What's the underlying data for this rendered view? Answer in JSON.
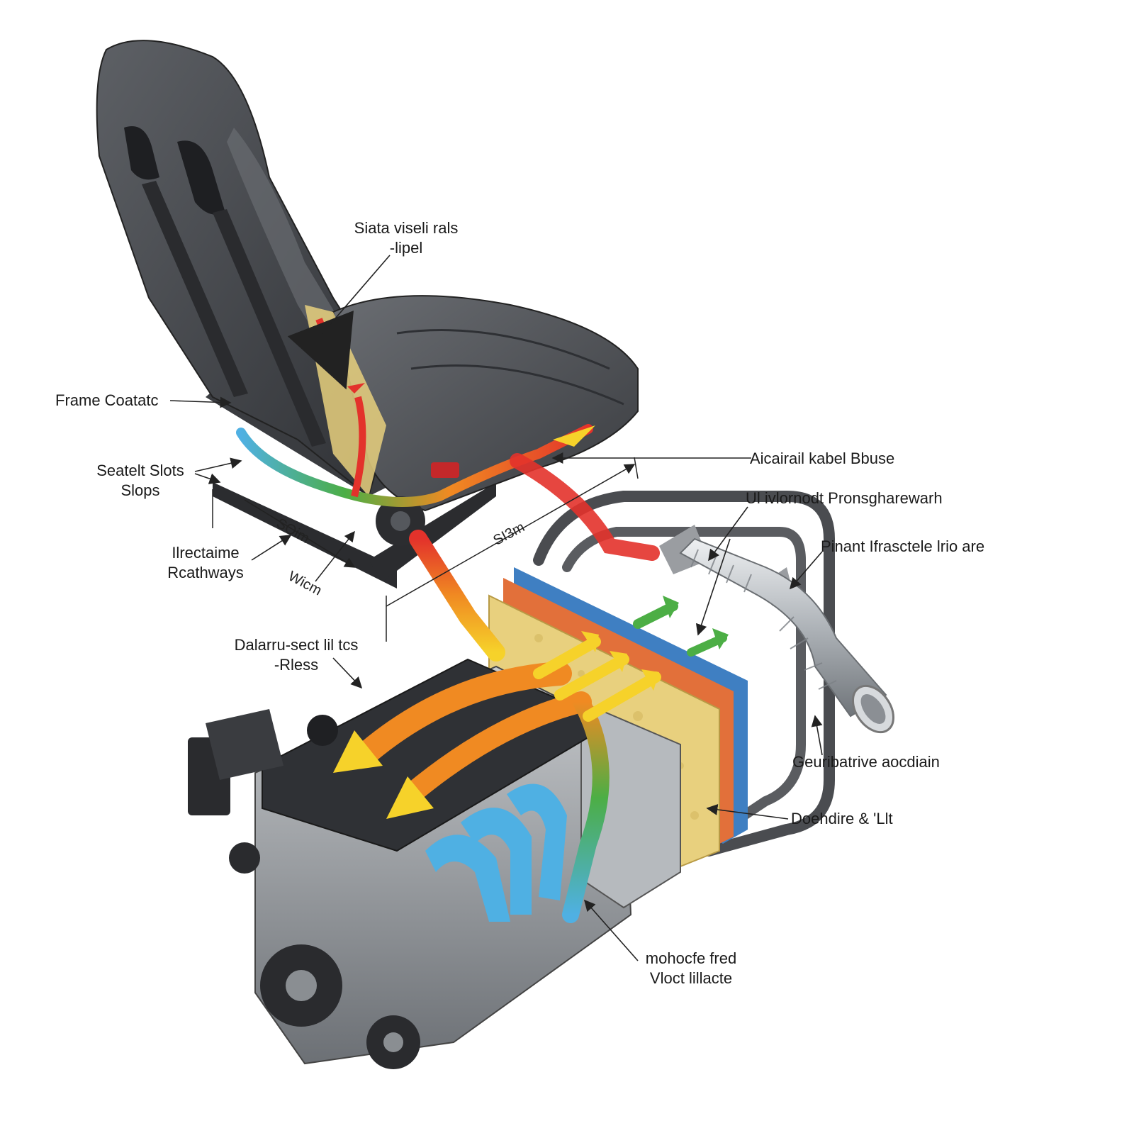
{
  "labels": {
    "seat_ventilation": {
      "line1": "Siata viseli rals",
      "line2": "-lipel"
    },
    "frame_coatings": "Frame Coatatc",
    "seatbelt_slots": {
      "line1": "Seatelt Slots",
      "line2": "Slops"
    },
    "pathways": {
      "line1": "Ilrectaime",
      "line2": "Rcathways"
    },
    "dim_left": "SOim",
    "dim_mid": "SI3m",
    "dim_lower": "Wicm",
    "damper": {
      "line1": "Dalarru-sect lil tcs",
      "line2": "-Rless"
    },
    "air_tunnel": "Aicairail kabel Bbuse",
    "rear_ducts": "Ul ivlornodt Pronsgharewarh",
    "heat_shield": "Pinant Ifrasctele lrio are",
    "generative_cooling": "Geuribatrive aocdiain",
    "double_layer": "Doehdire & 'Llt",
    "exhaust_flow": {
      "line1": "mohocfe fred",
      "line2": "Vloct lillacte"
    }
  },
  "colors": {
    "seat_dark": "#3b3d41",
    "seat_mid": "#55585d",
    "engine_dark": "#2f3135",
    "engine_metal": "#9ea2a6",
    "flow_red": "#e3322b",
    "flow_orange": "#f08a22",
    "flow_yellow": "#f6d22a",
    "flow_green": "#4cae45",
    "flow_blue": "#4fb0e3",
    "insulation": "#e8d07e",
    "panel_blue": "#3f7fc2",
    "panel_orange": "#e2703a",
    "pipe_steel": "#c7cbcf",
    "frame_tube": "#4a4c50"
  },
  "icons": [
    "seat-illustration",
    "engine-illustration",
    "exhaust-pipe-illustration",
    "heat-flow-arrows",
    "leader-line-arrow"
  ]
}
